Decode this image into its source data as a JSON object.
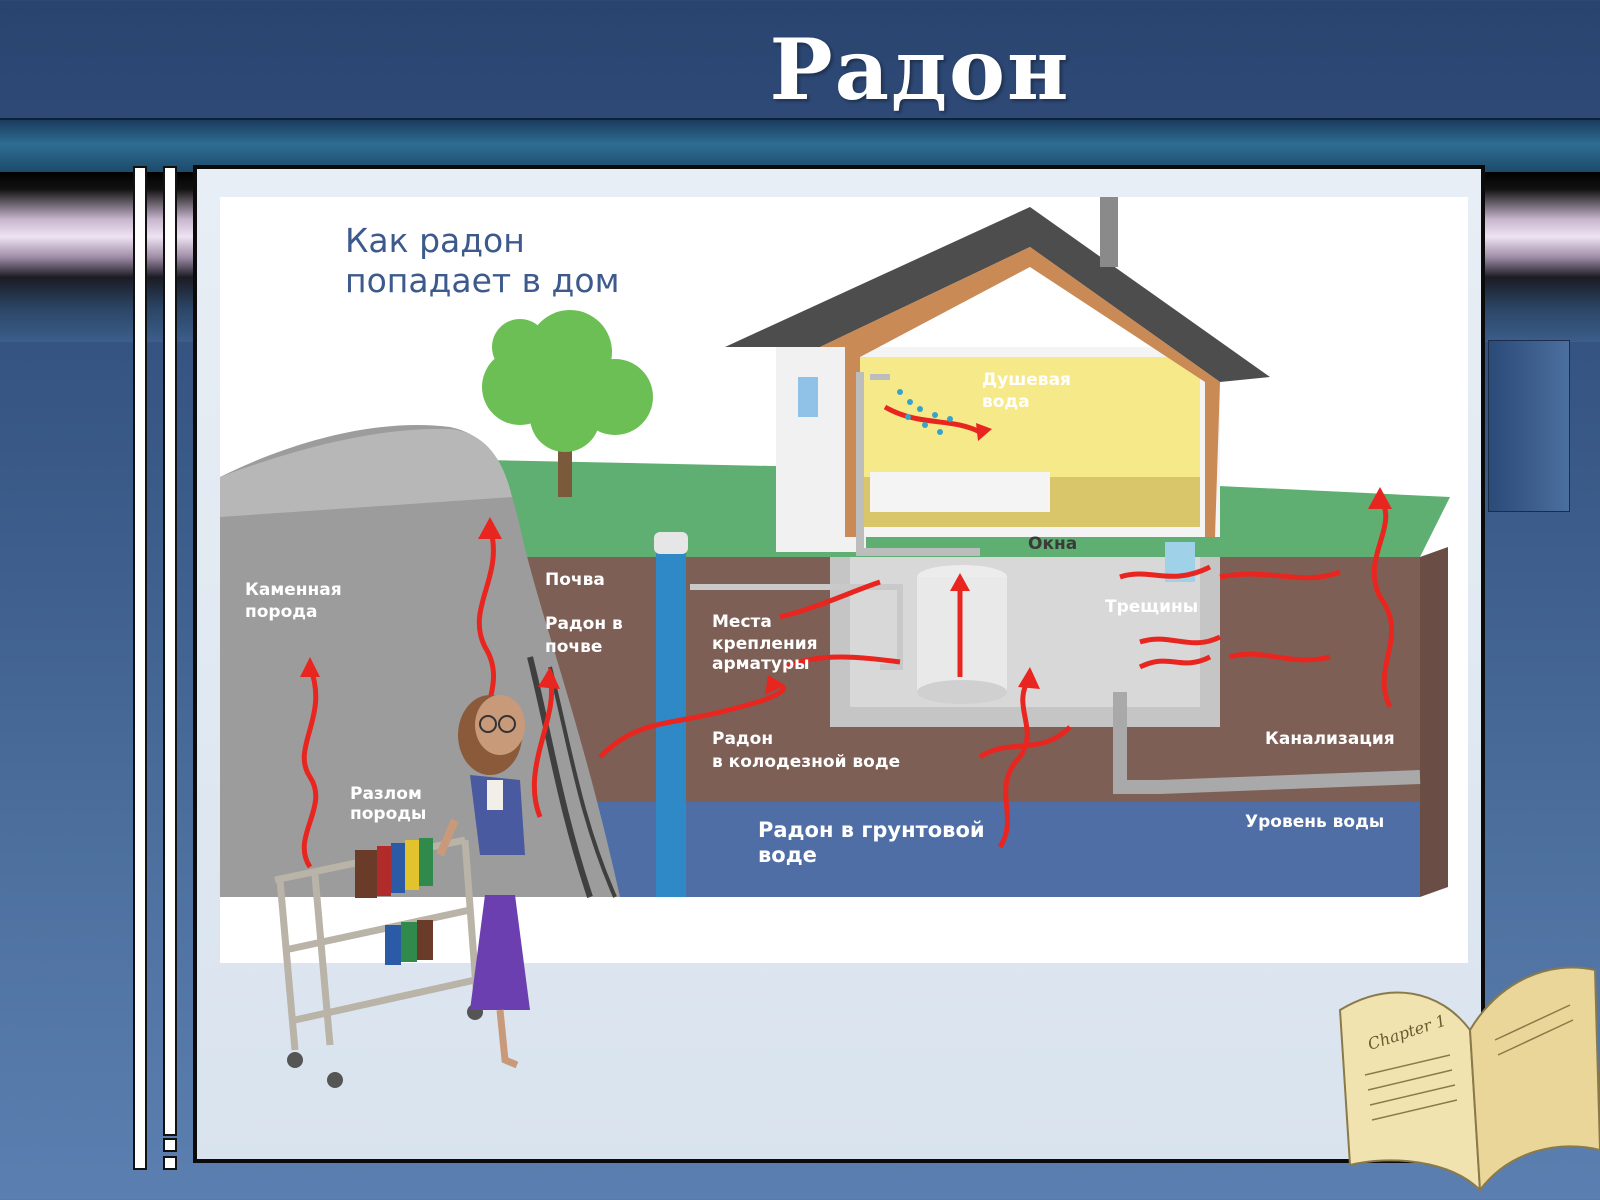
{
  "slide": {
    "title": "Радон"
  },
  "diagram": {
    "heading_line1": "Как радон",
    "heading_line2": "попадает в дом",
    "labels": {
      "rock_1": "Каменная",
      "rock_2": "порода",
      "soil": "Почва",
      "radon_soil_1": "Радон в",
      "radon_soil_2": "почве",
      "fixtures_1": "Места",
      "fixtures_2": "крепления",
      "fixtures_3": "арматуры",
      "shower_1": "Душевая",
      "shower_2": "вода",
      "windows": "Окна",
      "cracks": "Трещины",
      "well_1": "Радон",
      "well_2": "в колодезной воде",
      "fault_1": "Разлом",
      "fault_2": "породы",
      "sewer": "Канализация",
      "water_level": "Уровень воды",
      "groundwater_1": "Радон в грунтовой",
      "groundwater_2": "воде"
    }
  },
  "book": {
    "page_text": "Chapter 1"
  },
  "colors": {
    "arrow": "#e8261f",
    "soil": "#7d5f55",
    "water": "#4f6ea6",
    "grass": "#4aa063"
  }
}
